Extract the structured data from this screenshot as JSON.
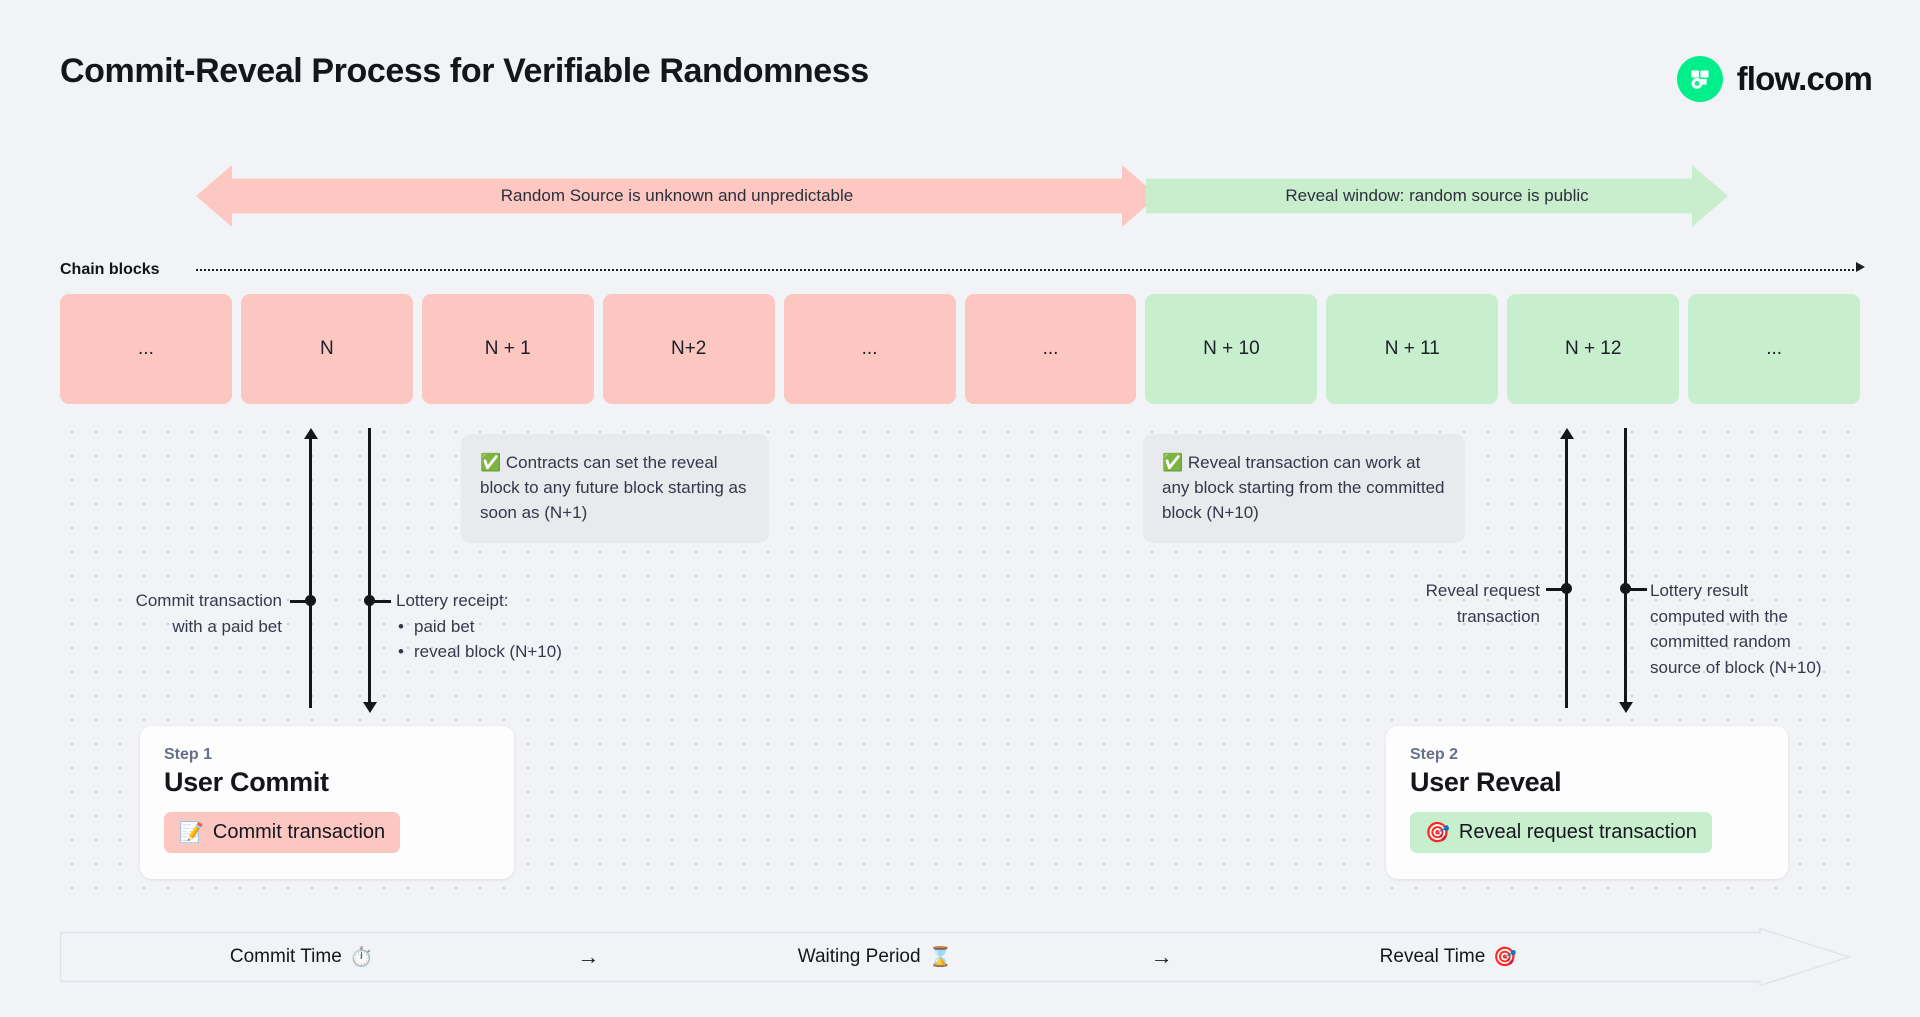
{
  "header": {
    "title": "Commit-Reveal Process for Verifiable Randomness",
    "brand_name": "flow.com",
    "brand_icon": "flow-logo-icon",
    "brand_color": "#00ef8b"
  },
  "bands": {
    "unknown": {
      "label": "Random Source is unknown and unpredictable",
      "color": "#fcc8c1",
      "direction": "double"
    },
    "reveal": {
      "label": "Reveal window: random source is public",
      "color": "#c8eecd",
      "direction": "right"
    }
  },
  "chain": {
    "label": "Chain blocks",
    "blocks": [
      {
        "label": "...",
        "state": "pink"
      },
      {
        "label": "N",
        "state": "pink"
      },
      {
        "label": "N + 1",
        "state": "pink"
      },
      {
        "label": "N+2",
        "state": "pink"
      },
      {
        "label": "...",
        "state": "pink"
      },
      {
        "label": "...",
        "state": "pink"
      },
      {
        "label": "N + 10",
        "state": "green"
      },
      {
        "label": "N + 11",
        "state": "green"
      },
      {
        "label": "N + 12",
        "state": "green"
      },
      {
        "label": "...",
        "state": "green"
      }
    ],
    "pink_color": "#fbc7c0",
    "green_color": "#c7eecd"
  },
  "callouts": [
    {
      "icon": "check-mark-button-emoji",
      "emoji": "✅",
      "text": "Contracts can set the reveal block to any future block starting as soon as (N+1)"
    },
    {
      "icon": "check-mark-button-emoji",
      "emoji": "✅",
      "text": "Reveal transaction can work at any block starting from the committed block (N+10)"
    }
  ],
  "annotations": {
    "commit": {
      "line1": "Commit transaction",
      "line2": "with a paid bet"
    },
    "receipt": {
      "title": "Lottery receipt:",
      "items": [
        "paid bet",
        "reveal block (N+10)"
      ]
    },
    "reveal_request": {
      "line1": "Reveal request",
      "line2": "transaction"
    },
    "lottery_result": {
      "line1": "Lottery result",
      "line2": "computed with the",
      "line3": "committed random",
      "line4": "source of block (N+10)"
    }
  },
  "steps": [
    {
      "kicker": "Step 1",
      "title": "User Commit",
      "pill_label": "Commit transaction",
      "pill_emoji": "📝",
      "pill_icon": "memo-emoji",
      "pill_color": "#fbc7c0"
    },
    {
      "kicker": "Step 2",
      "title": "User Reveal",
      "pill_label": "Reveal request transaction",
      "pill_emoji": "🎯",
      "pill_icon": "direct-hit-emoji",
      "pill_color": "#c7eecd"
    }
  ],
  "timeline": {
    "segments": [
      {
        "label": "Commit Time",
        "emoji": "⏱️",
        "icon": "stopwatch-emoji"
      },
      {
        "label": "Waiting Period",
        "emoji": "⌛",
        "icon": "hourglass-emoji"
      },
      {
        "label": "Reveal Time",
        "emoji": "🎯",
        "icon": "direct-hit-emoji"
      }
    ],
    "separator": "→"
  }
}
